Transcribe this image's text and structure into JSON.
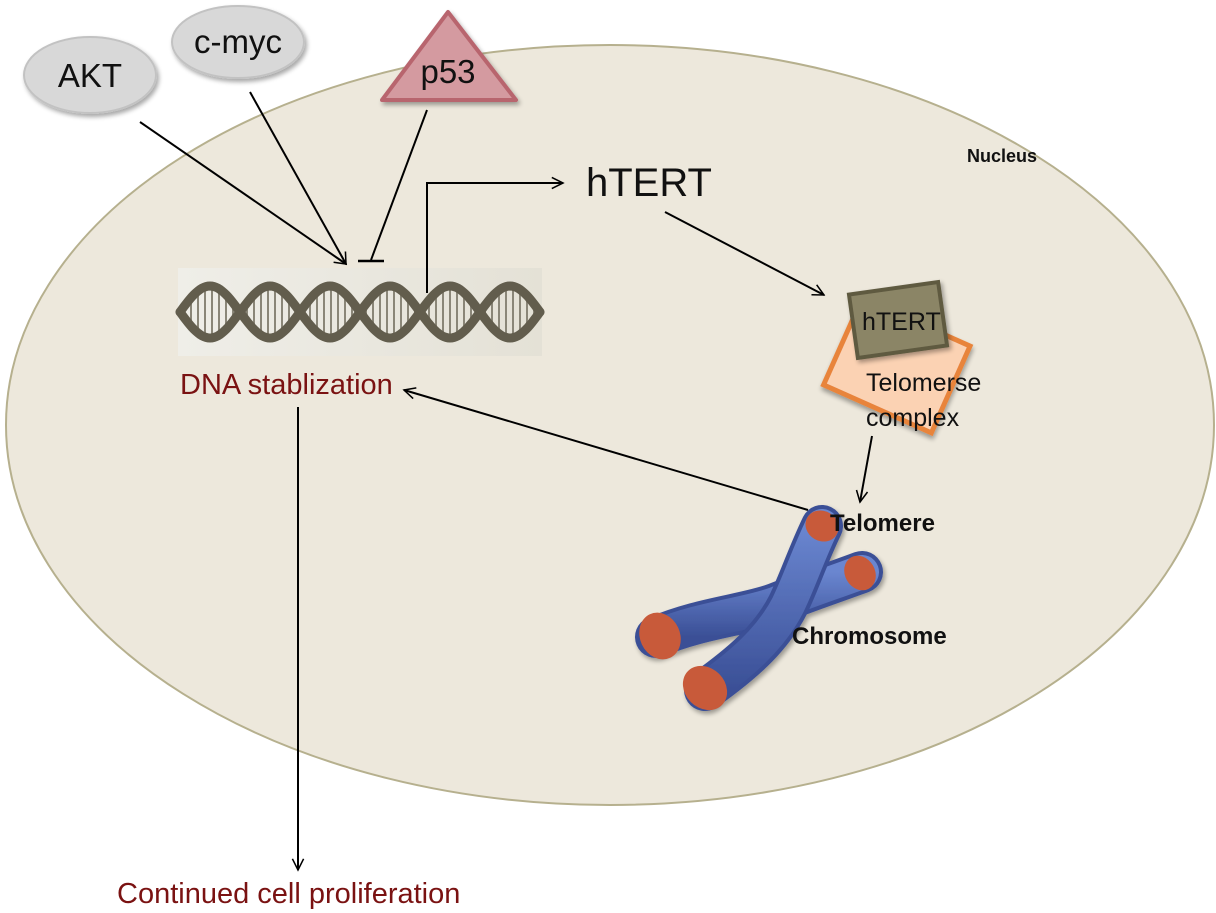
{
  "diagram": {
    "compartment": {
      "label": "Nucleus",
      "fill": "#ede8dc",
      "stroke": "#b6b08e"
    },
    "nodes": {
      "akt": {
        "label": "AKT",
        "shape": "ellipse",
        "fill": "#d8d8d8"
      },
      "cmyc": {
        "label": "c-myc",
        "shape": "ellipse",
        "fill": "#d8d8d8"
      },
      "p53": {
        "label": "p53",
        "shape": "triangle",
        "fill": "#d49aa0",
        "stroke": "#b8656e"
      },
      "htert": {
        "label": "hTERT"
      },
      "complex_htert": {
        "label": "hTERT",
        "fill": "#8b8566",
        "stroke": "#5e5a3f"
      },
      "complex": {
        "label_line1": "Telomerse",
        "label_line2": "complex",
        "fill": "#fbd2b3",
        "stroke": "#e8843a"
      },
      "dna": {
        "label": "DNA stablization",
        "icon": "dna-helix-icon"
      },
      "telomere": {
        "label": "Telomere",
        "color": "#c85a3a"
      },
      "chromosome": {
        "label": "Chromosome",
        "icon": "chromosome-icon",
        "color": "#4a66b0"
      },
      "outcome": {
        "label": "Continued cell proliferation"
      }
    },
    "edges": [
      {
        "from": "AKT",
        "to": "DNA",
        "type": "activation"
      },
      {
        "from": "c-myc",
        "to": "DNA",
        "type": "activation"
      },
      {
        "from": "p53",
        "to": "DNA",
        "type": "inhibition"
      },
      {
        "from": "DNA",
        "to": "hTERT",
        "type": "activation"
      },
      {
        "from": "hTERT",
        "to": "Telomerse complex",
        "type": "activation"
      },
      {
        "from": "Telomerse complex",
        "to": "Telomere",
        "type": "activation"
      },
      {
        "from": "Telomere",
        "to": "DNA stablization",
        "type": "activation"
      },
      {
        "from": "DNA stablization",
        "to": "Continued cell proliferation",
        "type": "activation"
      }
    ]
  }
}
